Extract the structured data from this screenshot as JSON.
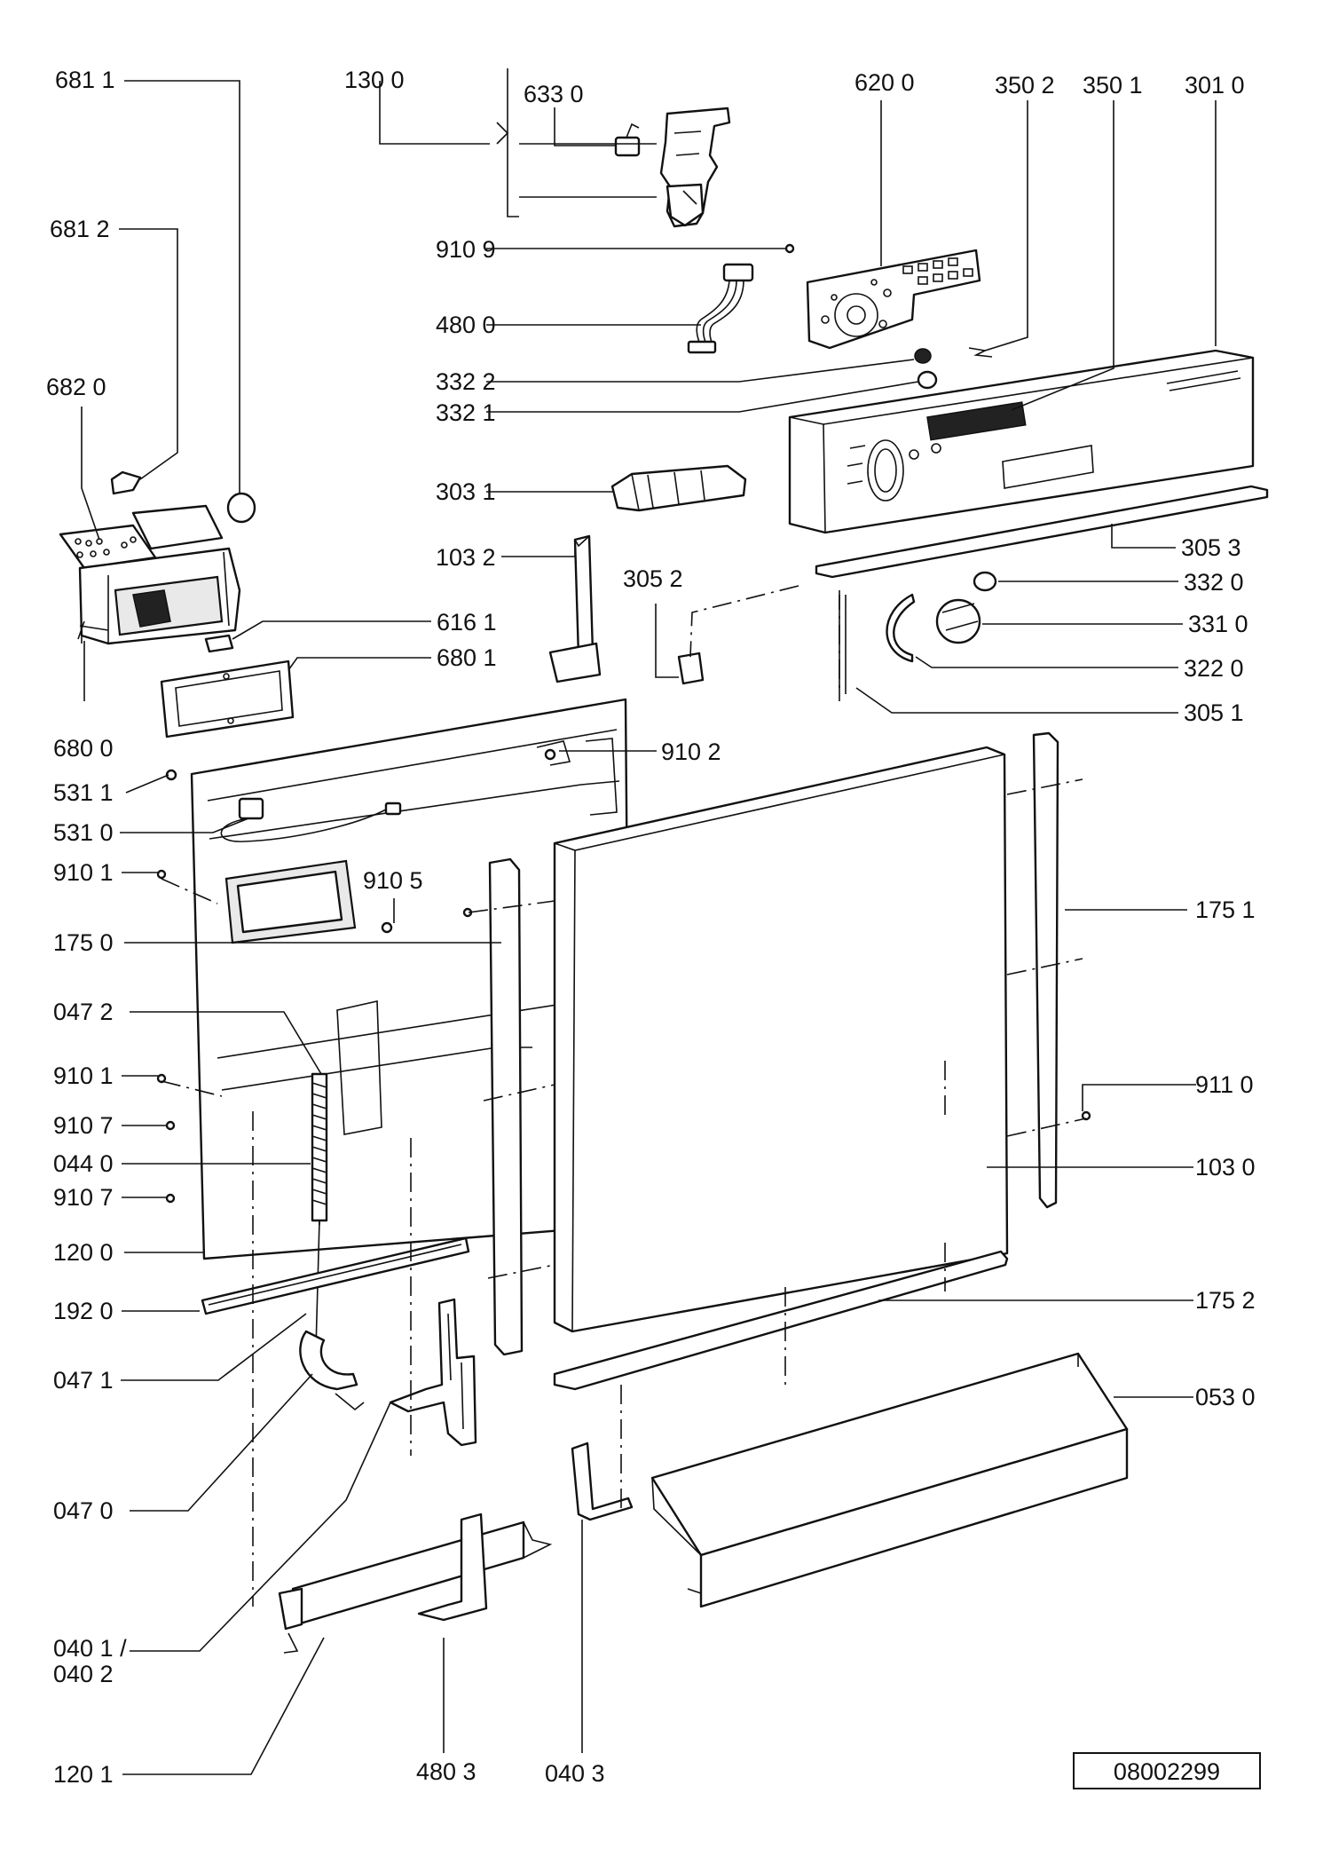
{
  "document_code": "08002299",
  "labels": [
    {
      "id": "681-1-top",
      "text": "681 1"
    },
    {
      "id": "130-0",
      "text": "130 0"
    },
    {
      "id": "633-0",
      "text": "633 0"
    },
    {
      "id": "620-0",
      "text": "620 0"
    },
    {
      "id": "350-2",
      "text": "350 2"
    },
    {
      "id": "350-1",
      "text": "350 1"
    },
    {
      "id": "301-0",
      "text": "301 0"
    },
    {
      "id": "681-2",
      "text": "681 2"
    },
    {
      "id": "910-9",
      "text": "910 9"
    },
    {
      "id": "480-0",
      "text": "480 0"
    },
    {
      "id": "682-0",
      "text": "682 0"
    },
    {
      "id": "332-2",
      "text": "332 2"
    },
    {
      "id": "332-1",
      "text": "332 1"
    },
    {
      "id": "303-1",
      "text": "303 1"
    },
    {
      "id": "103-2",
      "text": "103 2"
    },
    {
      "id": "305-2",
      "text": "305 2"
    },
    {
      "id": "305-3",
      "text": "305 3"
    },
    {
      "id": "332-0",
      "text": "332 0"
    },
    {
      "id": "616-1",
      "text": "616 1"
    },
    {
      "id": "331-0",
      "text": "331 0"
    },
    {
      "id": "680-1",
      "text": "680 1"
    },
    {
      "id": "322-0",
      "text": "322 0"
    },
    {
      "id": "305-1",
      "text": "305 1"
    },
    {
      "id": "680-0",
      "text": "680 0"
    },
    {
      "id": "910-2",
      "text": "910 2"
    },
    {
      "id": "531-1",
      "text": "531 1"
    },
    {
      "id": "531-0",
      "text": "531 0"
    },
    {
      "id": "910-1-a",
      "text": "910 1"
    },
    {
      "id": "910-5",
      "text": "910 5"
    },
    {
      "id": "175-1",
      "text": "175 1"
    },
    {
      "id": "175-0",
      "text": "175 0"
    },
    {
      "id": "047-2",
      "text": "047 2"
    },
    {
      "id": "910-1-b",
      "text": "910 1"
    },
    {
      "id": "911-0",
      "text": "911 0"
    },
    {
      "id": "910-7-a",
      "text": "910 7"
    },
    {
      "id": "044-0",
      "text": "044 0"
    },
    {
      "id": "103-0",
      "text": "103 0"
    },
    {
      "id": "910-7-b",
      "text": "910 7"
    },
    {
      "id": "120-0",
      "text": "120 0"
    },
    {
      "id": "175-2",
      "text": "175 2"
    },
    {
      "id": "192-0",
      "text": "192 0"
    },
    {
      "id": "047-1",
      "text": "047 1"
    },
    {
      "id": "053-0",
      "text": "053 0"
    },
    {
      "id": "047-0",
      "text": "047 0"
    },
    {
      "id": "040-1",
      "text": "040 1 /"
    },
    {
      "id": "040-2",
      "text": "040 2"
    },
    {
      "id": "120-1",
      "text": "120 1"
    },
    {
      "id": "480-3",
      "text": "480 3"
    },
    {
      "id": "040-3",
      "text": "040 3"
    }
  ]
}
